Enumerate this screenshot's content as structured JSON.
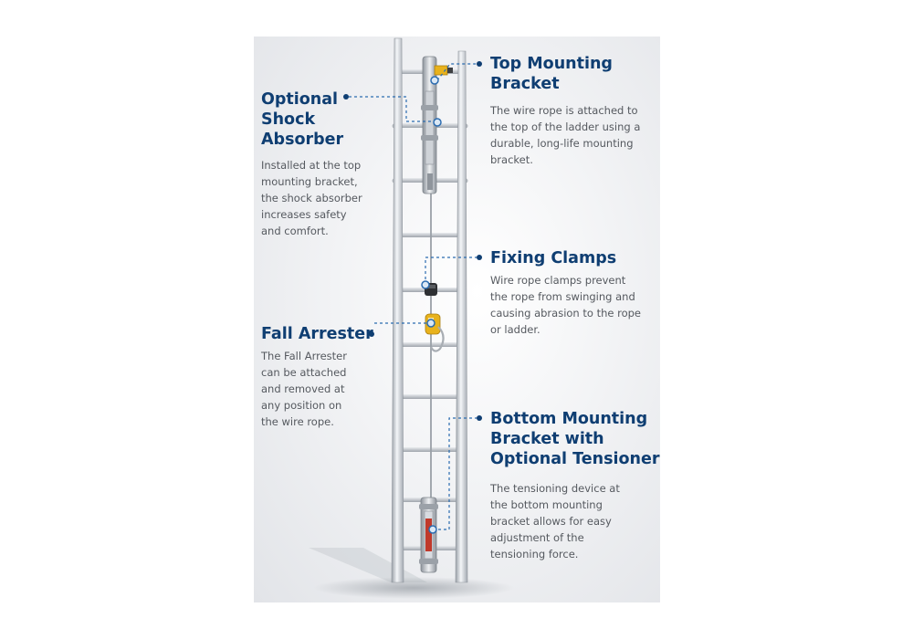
{
  "callouts": {
    "top_bracket": {
      "heading": "Top Mounting\nBracket",
      "desc": "The wire rope is attached to\nthe top of the ladder using a\ndurable, long-life mounting\nbracket."
    },
    "shock_absorber": {
      "heading": "Optional\nShock\nAbsorber",
      "desc": "Installed at the top\nmounting bracket,\nthe shock absorber\nincreases safety\nand comfort."
    },
    "fixing_clamps": {
      "heading": "Fixing Clamps",
      "desc": "Wire rope clamps prevent\nthe rope from swinging and\ncausing abrasion to the rope\nor ladder."
    },
    "fall_arrester": {
      "heading": "Fall Arrester",
      "desc": "The Fall Arrester\ncan be attached\nand removed at\nany position on\nthe wire rope."
    },
    "bottom_bracket": {
      "heading": "Bottom Mounting\nBracket with\nOptional Tensioner",
      "desc": "The tensioning device at\nthe bottom mounting\nbracket allows for easy\nadjustment of the\ntensioning force."
    }
  },
  "colors": {
    "heading": "#0f3e72",
    "body_text": "#55595f",
    "leader_line": "#2b6cb0",
    "accent_yellow": "#e8b21c",
    "accent_red": "#c0392b"
  }
}
